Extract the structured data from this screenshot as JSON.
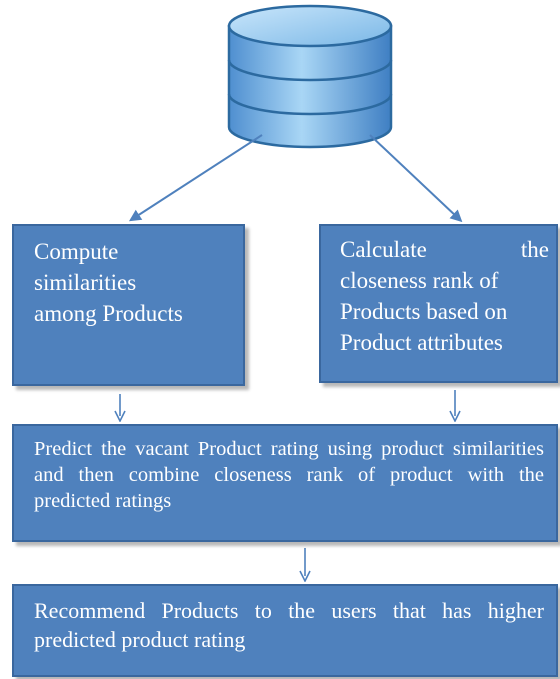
{
  "diagram": {
    "compute_box": {
      "lines": [
        "Compute",
        "similarities",
        "among Products"
      ]
    },
    "calculate_box": {
      "lines": [
        "Calculate the",
        "closeness rank of",
        "Products based on",
        "Product attributes"
      ]
    },
    "predict_box": {
      "text": "Predict the vacant Product rating using product similarities and then combine closeness rank of product with the predicted ratings"
    },
    "recommend_box": {
      "text": "Recommend Products to the users that has higher predicted product rating"
    },
    "colors": {
      "box_fill": "#4f81bd",
      "box_border": "#3a679e",
      "arrow": "#4f81bd",
      "database_fill": "#8ec1ea",
      "database_stroke": "#2c6aa0"
    },
    "icons": [
      "database-icon",
      "arrow-down-icon"
    ]
  }
}
